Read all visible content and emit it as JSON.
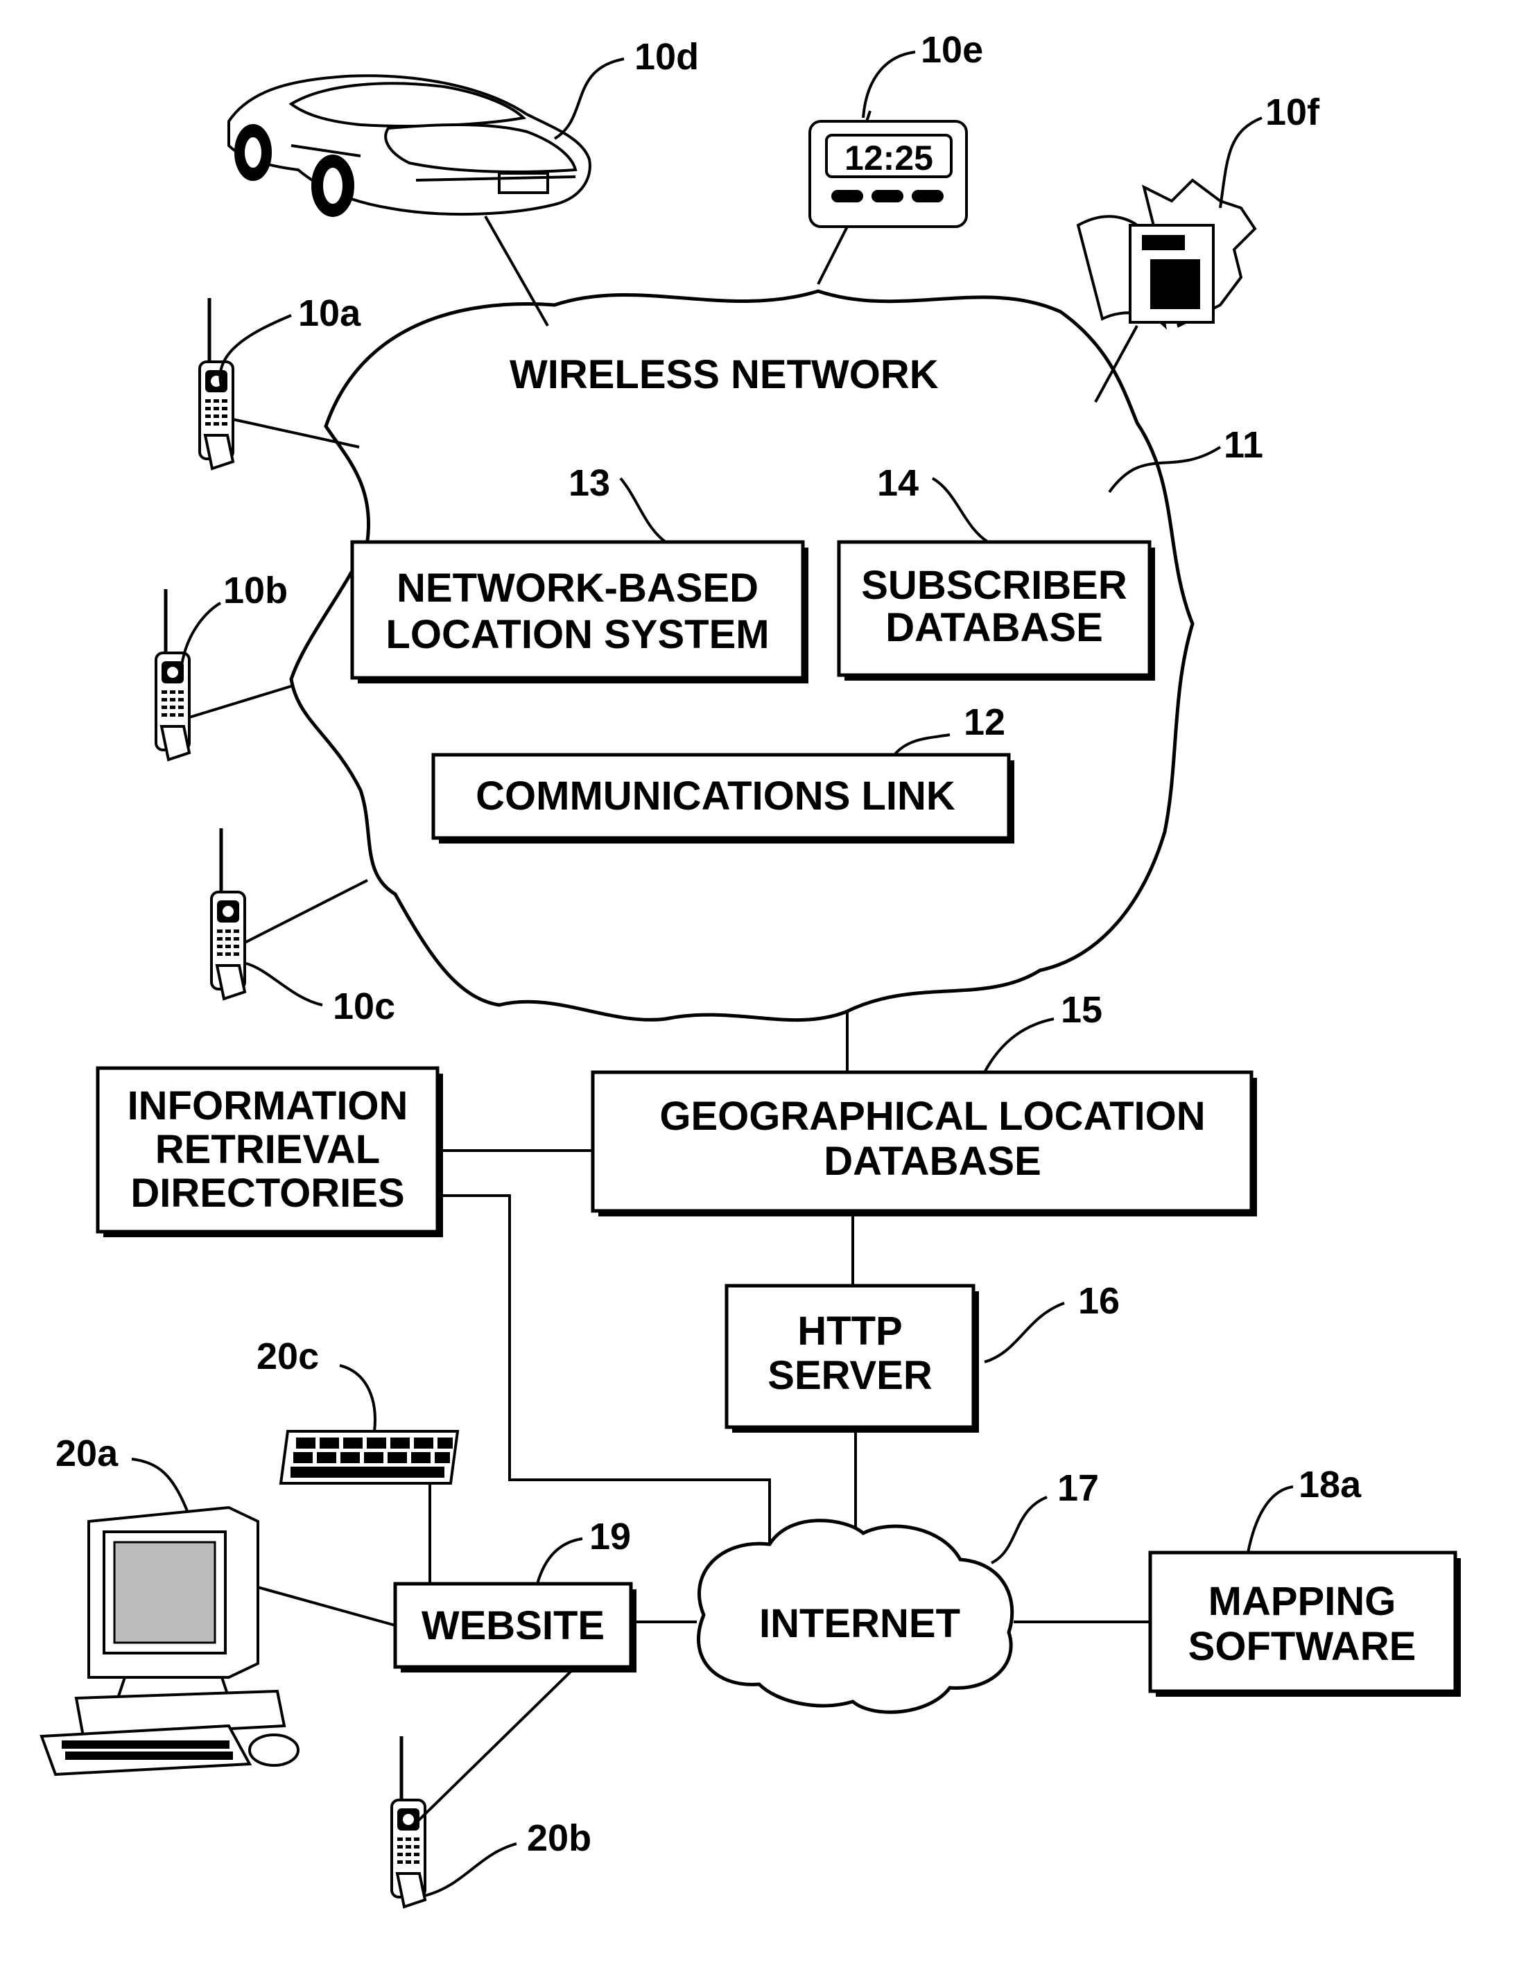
{
  "wireless_network": {
    "title": "WIRELESS NETWORK",
    "ref": "11"
  },
  "location_system": {
    "line1": "NETWORK-BASED",
    "line2": "LOCATION SYSTEM",
    "ref": "13"
  },
  "subscriber_db": {
    "line1": "SUBSCRIBER",
    "line2": "DATABASE",
    "ref": "14"
  },
  "comm_link": {
    "label": "COMMUNICATIONS LINK",
    "ref": "12"
  },
  "geo_db": {
    "line1": "GEOGRAPHICAL LOCATION",
    "line2": "DATABASE",
    "ref": "15"
  },
  "info_retrieval": {
    "line1": "INFORMATION",
    "line2": "RETRIEVAL",
    "line3": "DIRECTORIES"
  },
  "http_server": {
    "line1": "HTTP",
    "line2": "SERVER",
    "ref": "16"
  },
  "internet": {
    "label": "INTERNET",
    "ref": "17"
  },
  "website": {
    "label": "WEBSITE",
    "ref": "19"
  },
  "mapping": {
    "line1": "MAPPING",
    "line2": "SOFTWARE",
    "ref": "18a"
  },
  "devices": {
    "phone_a": "10a",
    "phone_b": "10b",
    "phone_c": "10c",
    "car": "10d",
    "pager": "10e",
    "pager_display": "12:25",
    "fax": "10f",
    "computer": "20a",
    "phone_20b": "20b",
    "keyboard": "20c"
  }
}
